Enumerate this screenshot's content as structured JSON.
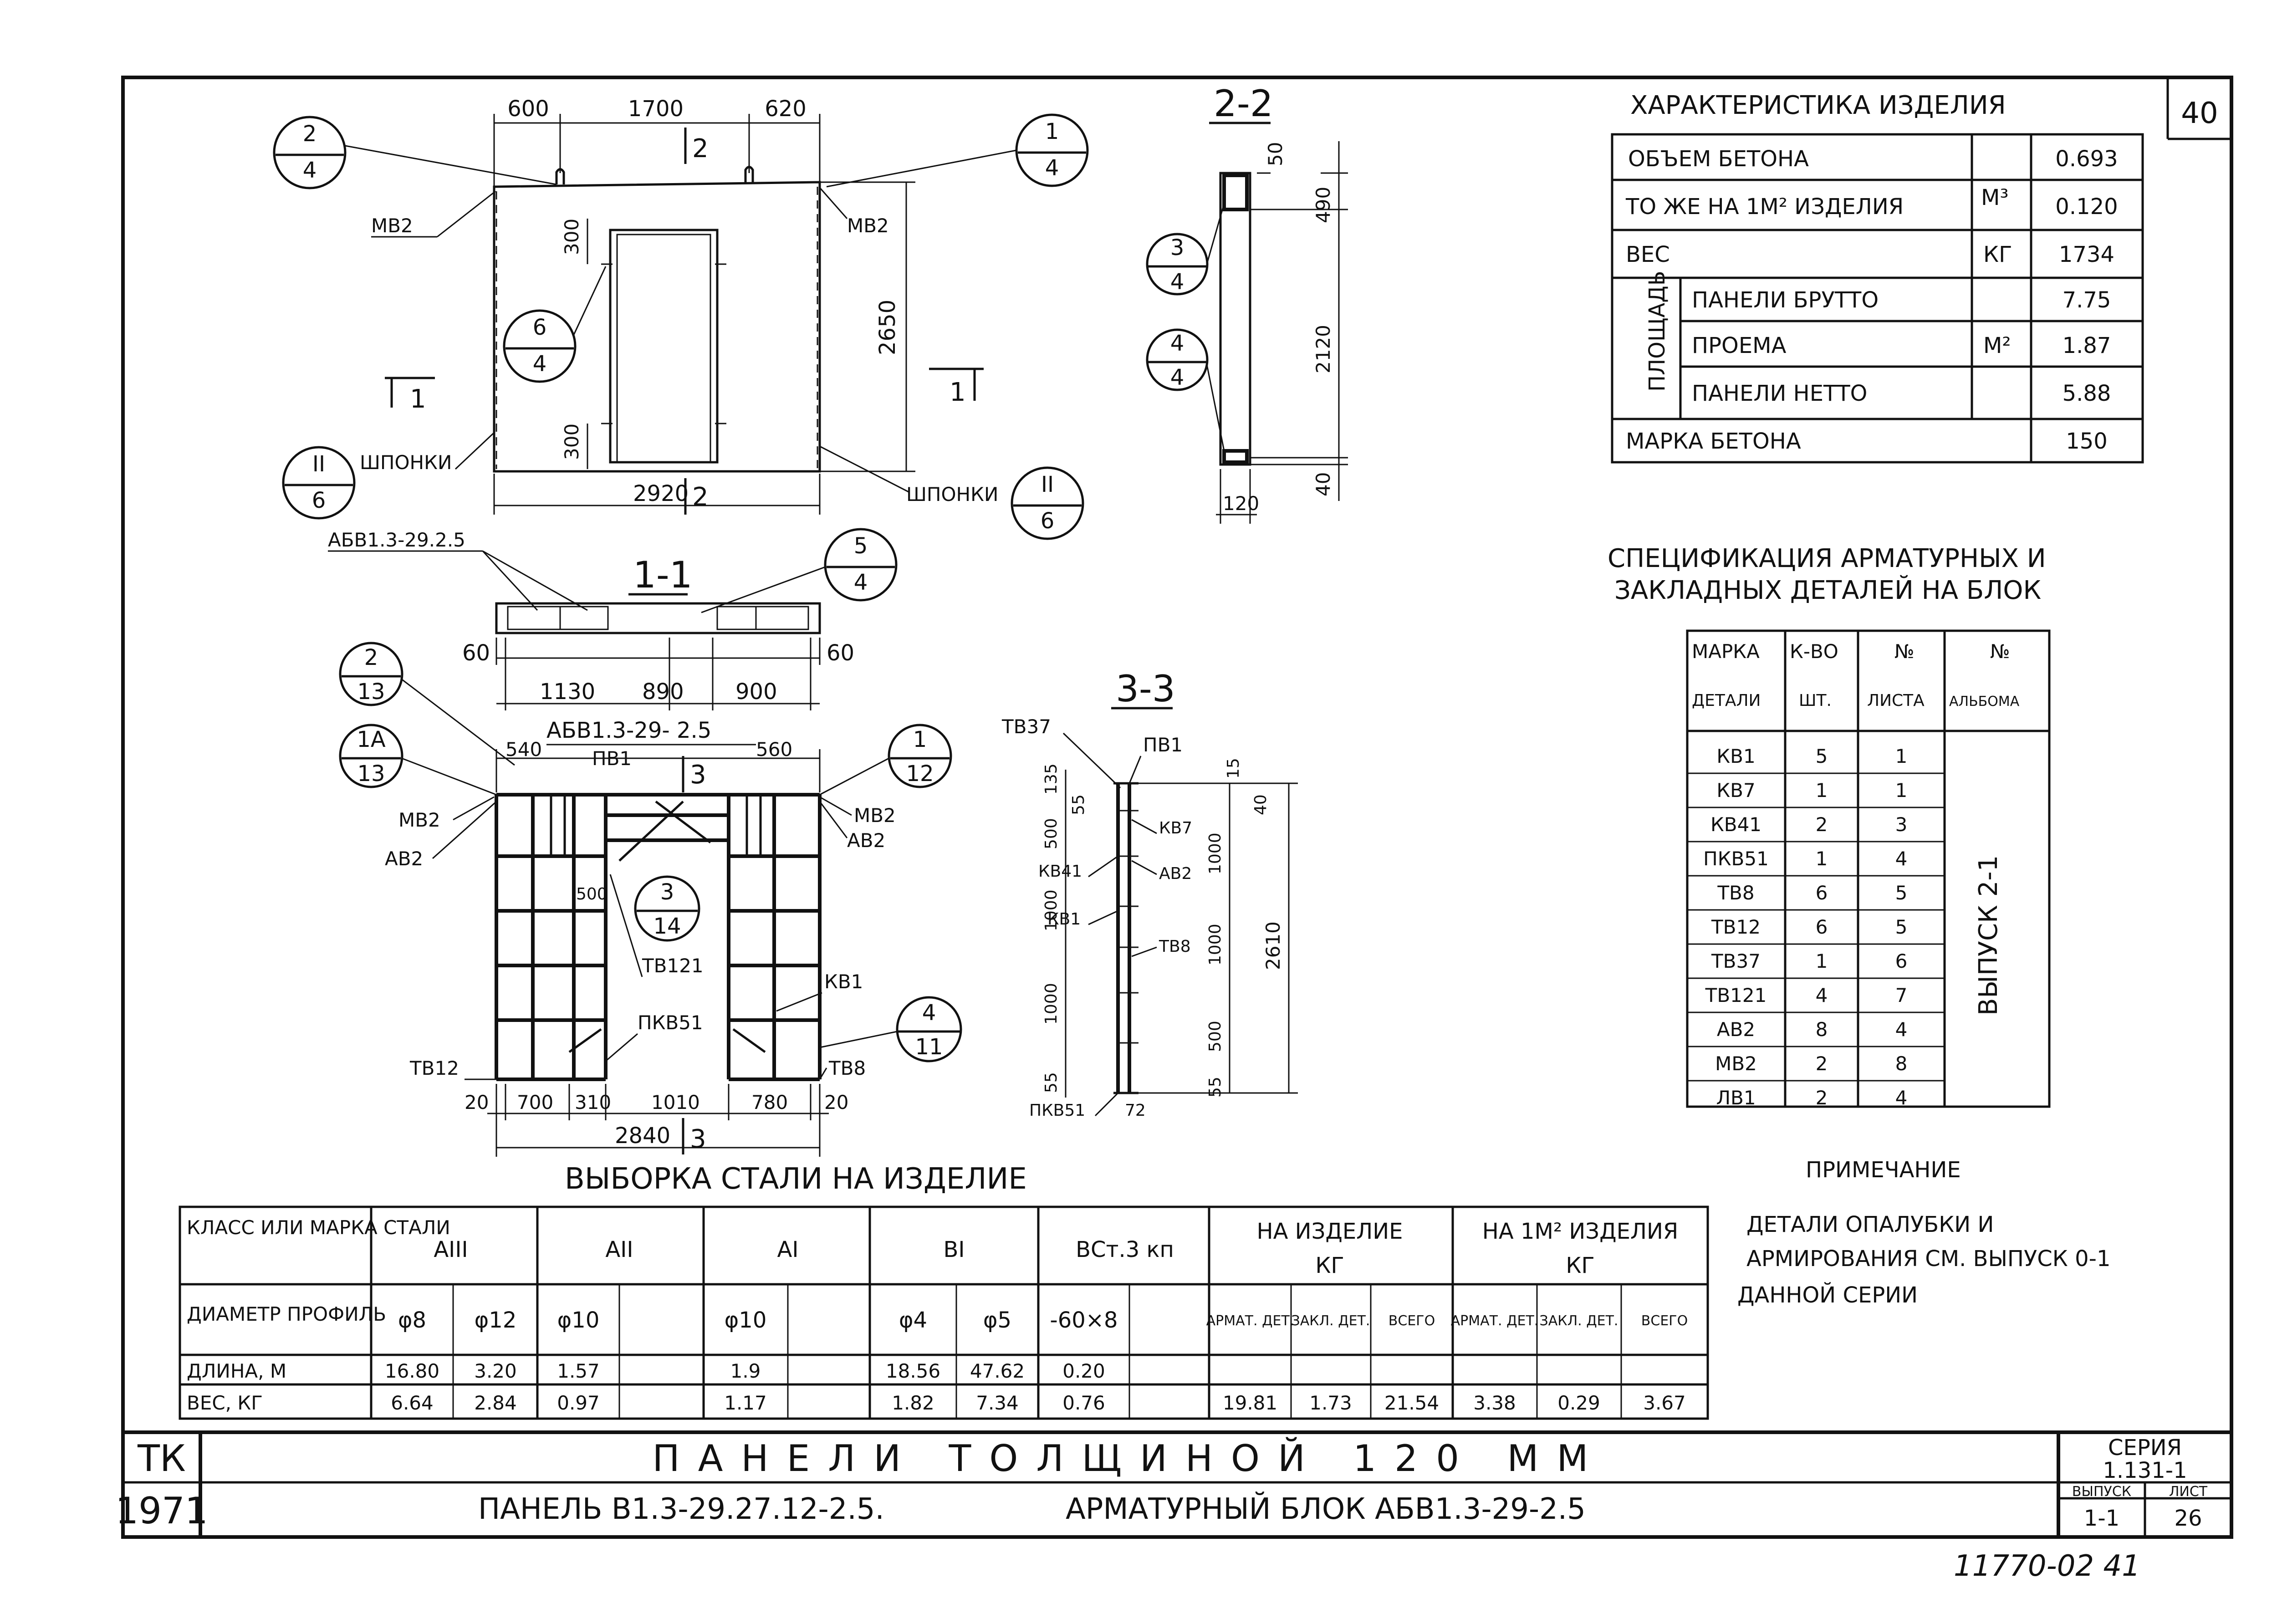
{
  "sheet_number": "40",
  "characteristics": {
    "title": "ХАРАКТЕРИСТИКА ИЗДЕЛИЯ",
    "rows": [
      {
        "label": "ОБЪЕМ БЕТОНА",
        "unit": "М³",
        "value": "0.693"
      },
      {
        "label": "ТО ЖЕ НА 1М² ИЗДЕЛИЯ",
        "unit": "",
        "value": "0.120"
      },
      {
        "label": "ВЕС",
        "unit": "КГ",
        "value": "1734"
      },
      {
        "label": "ПАНЕЛИ БРУТТО",
        "unit": "М²",
        "value": "7.75"
      },
      {
        "label": "ПРОЕМА",
        "unit": "",
        "value": "1.87"
      },
      {
        "label": "ПАНЕЛИ НЕТТО",
        "unit": "",
        "value": "5.88"
      },
      {
        "label": "МАРКА БЕТОНА",
        "unit": "",
        "value": "150"
      }
    ],
    "area_label": "ПЛОЩАДЬ"
  },
  "spec": {
    "title1": "СПЕЦИФИКАЦИЯ АРМАТУРНЫХ И",
    "title2": "ЗАКЛАДНЫХ ДЕТАЛЕЙ НА БЛОК",
    "headers": [
      "МАРКА",
      "К-ВО",
      "№",
      "№",
      "ДЕТАЛИ",
      "ШТ.",
      "ЛИСТА",
      "АЛЬБОМА"
    ],
    "rows": [
      [
        "КВ1",
        "5",
        "1"
      ],
      [
        "КВ7",
        "1",
        "1"
      ],
      [
        "КВ41",
        "2",
        "3"
      ],
      [
        "ПКВ51",
        "1",
        "4"
      ],
      [
        "ТВ8",
        "6",
        "5"
      ],
      [
        "ТВ12",
        "6",
        "5"
      ],
      [
        "ТВ37",
        "1",
        "6"
      ],
      [
        "ТВ121",
        "4",
        "7"
      ],
      [
        "АВ2",
        "8",
        "4"
      ],
      [
        "МВ2",
        "2",
        "8"
      ],
      [
        "ЛВ1",
        "2",
        "4"
      ]
    ],
    "album": "ВЫПУСК 2-1"
  },
  "note": {
    "title": "ПРИМЕЧАНИЕ",
    "line1": "ДЕТАЛИ ОПАЛУБКИ И",
    "line2": "АРМИРОВАНИЯ СМ. ВЫПУСК 0-1",
    "line3": "ДАННОЙ СЕРИИ"
  },
  "steel": {
    "title": "ВЫБОРКА СТАЛИ НА ИЗДЕЛИЕ",
    "class_header": "КЛАСС ИЛИ МАРКА СТАЛИ",
    "classes": [
      "АIII",
      "АII",
      "АI",
      "ВI",
      "ВСт.3 кп"
    ],
    "per_item": "НА ИЗДЕЛИЕ",
    "per_m2": "НА 1М² ИЗДЕЛИЯ",
    "kg": "КГ",
    "diam_header": "ДИАМЕТР ПРОФИЛЬ",
    "diams": [
      "φ8",
      "φ12",
      "φ10",
      "",
      "φ10",
      "",
      "φ4",
      "φ5",
      "-60×8",
      ""
    ],
    "sub": [
      "АРМАТ. ДЕТ.",
      "ЗАКЛ. ДЕТ.",
      "ВСЕГО",
      "АРМАТ. ДЕТ.",
      "ЗАКЛ. ДЕТ.",
      "ВСЕГО"
    ],
    "length_label": "ДЛИНА, М",
    "lengths": [
      "16.80",
      "3.20",
      "1.57",
      "",
      "1.9",
      "",
      "18.56",
      "47.62",
      "0.20",
      ""
    ],
    "weight_label": "ВЕС, КГ",
    "weights": [
      "6.64",
      "2.84",
      "0.97",
      "",
      "1.17",
      "",
      "1.82",
      "7.34",
      "0.76",
      "",
      "19.81",
      "1.73",
      "21.54",
      "3.38",
      "0.29",
      "3.67"
    ]
  },
  "title_block": {
    "tk": "ТК",
    "year": "1971",
    "title": "ПАНЕЛИ ТОЛЩИНОЙ 120 ММ",
    "panel": "ПАНЕЛЬ В1.3-29.27.12-2.5.",
    "block": "АРМАТУРНЫЙ БЛОК АБВ1.3-29-2.5",
    "series_label": "СЕРИЯ",
    "series": "1.131-1",
    "issue_label": "ВЫПУСК",
    "issue": "1-1",
    "sheet_label": "ЛИСТ",
    "sheet": "26",
    "stamp": "11770-02 41"
  },
  "drawing": {
    "section_11": "1-1",
    "section_22": "2-2",
    "section_33": "3-3",
    "dims_top": [
      "600",
      "1700",
      "620"
    ],
    "dim_2650": "2650",
    "dim_2920": "2920",
    "dim_300a": "300",
    "dim_300b": "300",
    "dims_11": [
      "60",
      "1130",
      "890",
      "900",
      "60"
    ],
    "dims_rebar_top": [
      "540",
      "560"
    ],
    "dims_rebar_bottom": [
      "20",
      "700",
      "310",
      "1010",
      "780",
      "20"
    ],
    "dim_2840": "2840",
    "dim_500": "500",
    "dims_22": [
      "50",
      "490",
      "2120",
      "40",
      "120"
    ],
    "dims_33_left": [
      "135",
      "55",
      "500",
      "1000",
      "1000",
      "55"
    ],
    "dims_33_right": [
      "15",
      "40",
      "1000",
      "1000",
      "500",
      "55"
    ],
    "dim_2610": "2610",
    "dim_72": "72",
    "labels": {
      "mb2": "МВ2",
      "shponki": "ШПОНКИ",
      "abb": "АБВ1.3-29.2.5",
      "abb2": "АБВ1.3-29- 2.5",
      "pb1": "ПВ1",
      "ab2": "АВ2",
      "tb121": "ТВ121",
      "kb1": "КВ1",
      "pkb51": "ПКВ51",
      "tb12": "ТВ12",
      "tb8": "ТВ8",
      "tb37": "ТВ37",
      "kb7": "КВ7",
      "kb41": "КВ41"
    },
    "callouts": [
      {
        "top": "2",
        "bottom": "4"
      },
      {
        "top": "1",
        "bottom": "4"
      },
      {
        "top": "6",
        "bottom": "4"
      },
      {
        "top": "II",
        "bottom": "6"
      },
      {
        "top": "II",
        "bottom": "6"
      },
      {
        "top": "5",
        "bottom": "4"
      },
      {
        "top": "2",
        "bottom": "13"
      },
      {
        "top": "1А",
        "bottom": "13"
      },
      {
        "top": "1",
        "bottom": "12"
      },
      {
        "top": "3",
        "bottom": "14"
      },
      {
        "top": "4",
        "bottom": "11"
      },
      {
        "top": "3",
        "bottom": "4"
      },
      {
        "top": "4",
        "bottom": "4"
      }
    ],
    "cut_marks": [
      "1",
      "1",
      "2",
      "2",
      "3",
      "3"
    ]
  }
}
